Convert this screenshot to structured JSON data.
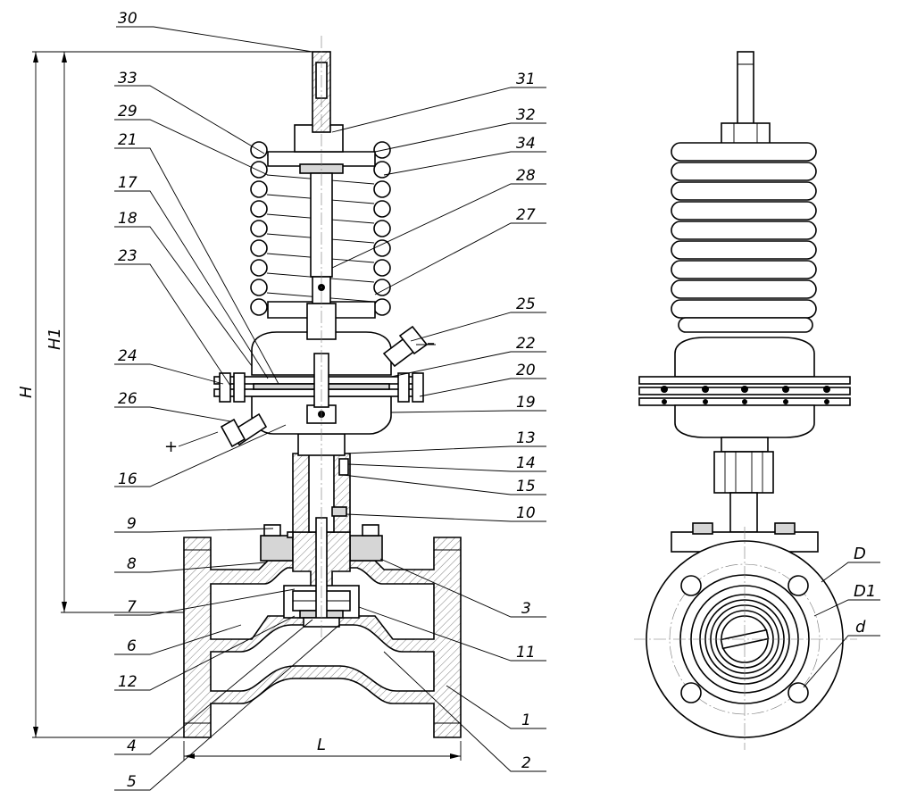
{
  "callouts": {
    "c30": "30",
    "c31": "31",
    "c32": "32",
    "c33": "33",
    "c34": "34",
    "c29": "29",
    "c28": "28",
    "c27": "27",
    "c21": "21",
    "c17": "17",
    "c18": "18",
    "c23": "23",
    "c25": "25",
    "c24": "24",
    "c22": "22",
    "c20": "20",
    "c26": "26",
    "c19": "19",
    "c13": "13",
    "c14": "14",
    "c16": "16",
    "c15": "15",
    "c10": "10",
    "c9": "9",
    "c8": "8",
    "c3": "3",
    "c7": "7",
    "c6": "6",
    "c11": "11",
    "c12": "12",
    "c1": "1",
    "c4": "4",
    "c2": "2",
    "c5": "5"
  },
  "dimensions": {
    "H": "H",
    "H1": "H1",
    "L": "L",
    "D": "D",
    "D1": "D1",
    "d": "d"
  },
  "signs": {
    "minus": "–",
    "plus": "+"
  }
}
